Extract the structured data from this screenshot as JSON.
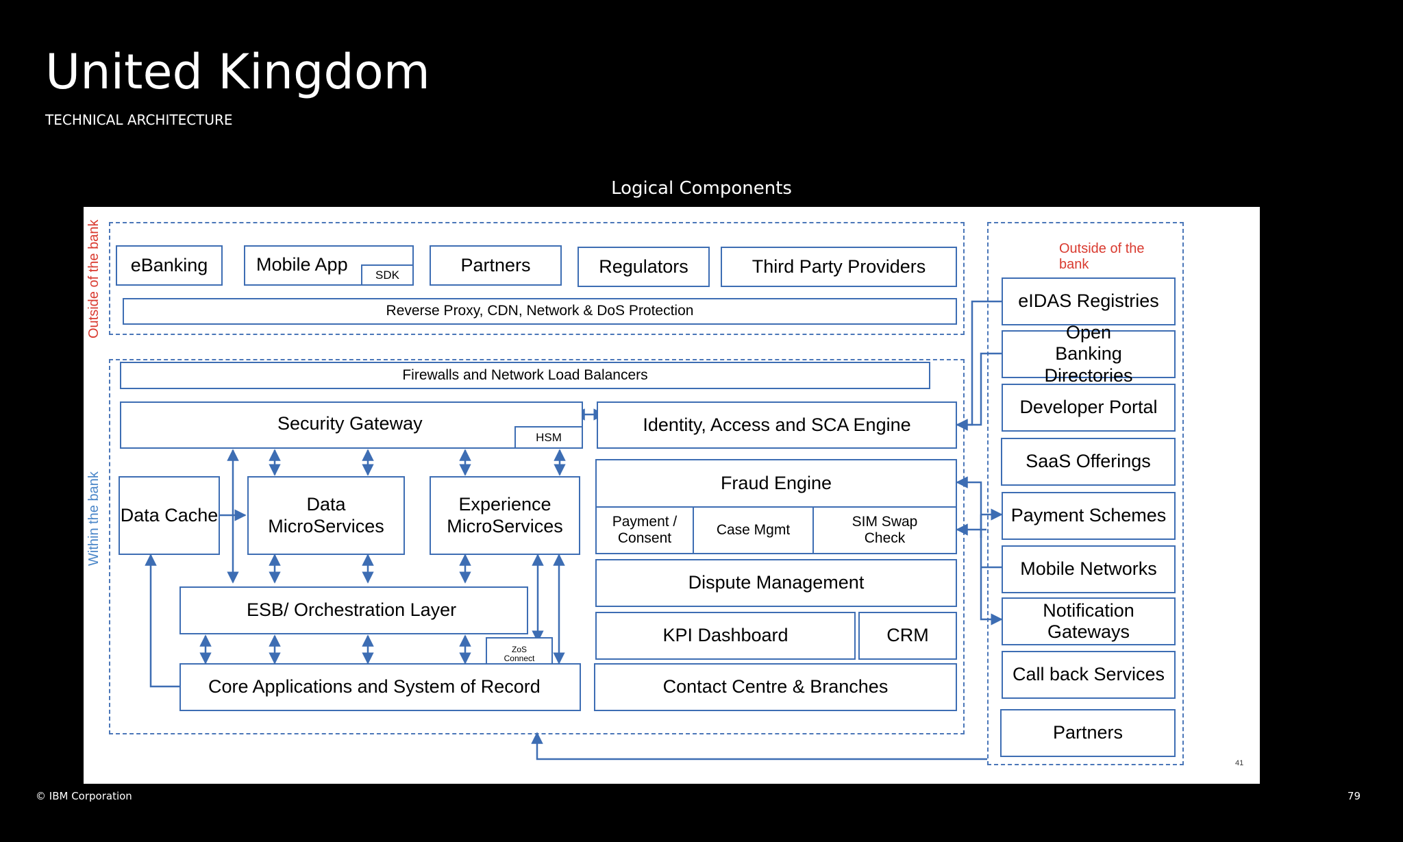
{
  "slide": {
    "title": "United Kingdom",
    "subtitle": "TECHNICAL ARCHITECTURE",
    "caption": "Logical Components",
    "copyright": "© IBM Corporation",
    "page_number": "79"
  },
  "colors": {
    "line": "#3d6db3",
    "outside_label": "#d93a2f",
    "within_label": "#4a86c8"
  },
  "diagram": {
    "outside_bank_label": "Outside of the bank",
    "within_bank_label": "Within the bank",
    "right_zone_label": "Outside of the bank",
    "channels": {
      "ebanking": "eBanking",
      "mobile_app": "Mobile App",
      "sdk": "SDK",
      "partners": "Partners",
      "regulators": "Regulators",
      "third_party": "Third Party Providers"
    },
    "reverse_proxy": "Reverse Proxy, CDN, Network & DoS Protection",
    "firewalls": "Firewalls and Network Load Balancers",
    "security_gateway": "Security Gateway",
    "hsm": "HSM",
    "identity_engine": "Identity, Access and SCA Engine",
    "data_cache": "Data Cache",
    "data_microservices": "Data MicroServices",
    "experience_microservices": "Experience MicroServices",
    "fraud_engine": "Fraud Engine",
    "payment_consent": "Payment / Consent",
    "case_mgmt": "Case Mgmt",
    "sim_swap": "SIM Swap Check",
    "dispute_management": "Dispute Management",
    "esb": "ESB/ Orchestration Layer",
    "kpi_dashboard": "KPI Dashboard",
    "crm": "CRM",
    "zos_connect": "ZoS Connect",
    "core_apps": "Core Applications and System of Record",
    "contact_centre": "Contact Centre & Branches",
    "external": {
      "eidas": "eIDAS Registries",
      "open_banking": "Open Banking Directories",
      "developer_portal": "Developer Portal",
      "saas": "SaaS Offerings",
      "payment_schemes": "Payment Schemes",
      "mobile_networks": "Mobile Networks",
      "notification_gateways": "Notification Gateways",
      "call_back": "Call back Services",
      "partners": "Partners"
    },
    "page_mark": "41"
  }
}
